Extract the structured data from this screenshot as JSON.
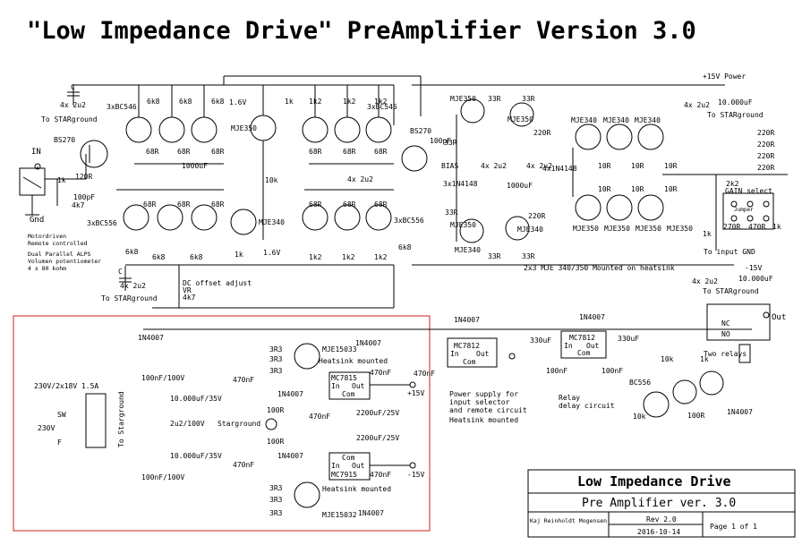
{
  "title": {
    "main": "\"Low Impedance Drive\"  PreAmplifier Version 3.0"
  },
  "title_block": {
    "heading": "Low Impedance Drive",
    "subheading": "Pre Amplifier ver. 3.0",
    "author": "Kaj Reinholdt Mogensen",
    "rev": "Rev 2.0",
    "date": "2016-10-14",
    "page": "Page 1 of 1"
  },
  "labels": {
    "in": "IN",
    "gnd": "Gnd",
    "out": "Out",
    "bias": "BIAS",
    "plus15_power": "+15V Power",
    "minus15": "-15V",
    "to_starground_1": "To STARground",
    "to_starground_2": "To STARground",
    "to_starground_3": "To STARground",
    "to_starground_4": "To STARground",
    "to_input_gnd": "To input GND",
    "gain_select": "GAIN select",
    "jumper": "Jumper",
    "mosfet_1": "BS270",
    "mosfet_2": "BS270",
    "bc546_1": "3xBC546",
    "bc546_2": "3xBC546",
    "bc556_1": "3xBC556",
    "bc556_2": "3xBC556",
    "mje350_1": "MJE350",
    "mje340_1": "MJE340",
    "dc_offset": "DC offset adjust",
    "vr": "VR",
    "r4k7": "4k7",
    "motor_note_1": "Motordriven",
    "motor_note_2": "Remote controlled",
    "alps_note_1": "Dual Parallel ALPS",
    "alps_note_2": "Volumen potentiometer",
    "alps_note_3": "4 x 80 kohm",
    "mounted_note": "2x3 MJE 340/350 Mounted on heatsink",
    "cap_2u2": "4x 2u2",
    "cap_10000": "10.000uF",
    "cap_1000": "1000uF",
    "cap_100p": "100pF",
    "r120": "120R",
    "r1k": "1k",
    "r10k": "10k",
    "r6k8": "6k8",
    "r68": "68R",
    "r1k2": "1k2",
    "r33": "33R",
    "r220": "220R",
    "r270": "270R",
    "r470": "470R",
    "diode_1n4148": "3x1N4148",
    "diode_1n4148_b": "4x1N4148",
    "v16": "1.6V",
    "mains": "230V/2x18V 1.5A",
    "sw": "SW",
    "v230": "230V",
    "fuse": "F",
    "to_starground_v": "To Starground",
    "cap_100n_100v": "100nF/100V",
    "cap_10000_35v": "10.000uF/35V",
    "cap_2u2_100v": "2u2/100V",
    "cap_470n": "470nF",
    "cap_2200_25v": "2200uF/25V",
    "starground": "Starground",
    "r3r3": "3R3",
    "r100": "100R",
    "mje15033": "MJE15033",
    "mje15032": "MJE15032",
    "heatsink_mounted": "Heatsink mounted",
    "mc7915": "MC7915",
    "mc7815": "MC7815",
    "mc7812": "MC7812",
    "reg_in": "In",
    "reg_out": "Out",
    "reg_com": "Com",
    "plus15": "+15V",
    "minus15b": "-15V",
    "d1n4007": "1N4007",
    "ps_note_1": "Power supply for",
    "ps_note_2": "input selector",
    "ps_note_3": "and remote circuit",
    "ps_note_4": "Heatsink mounted",
    "relay_note_1": "Relay",
    "relay_note_2": "delay circuit",
    "two_relays": "Two relays",
    "bc556_relay": "BC556",
    "cap_330": "330uF",
    "cap_100n": "100nF",
    "nc": "NC",
    "no": "NO"
  }
}
